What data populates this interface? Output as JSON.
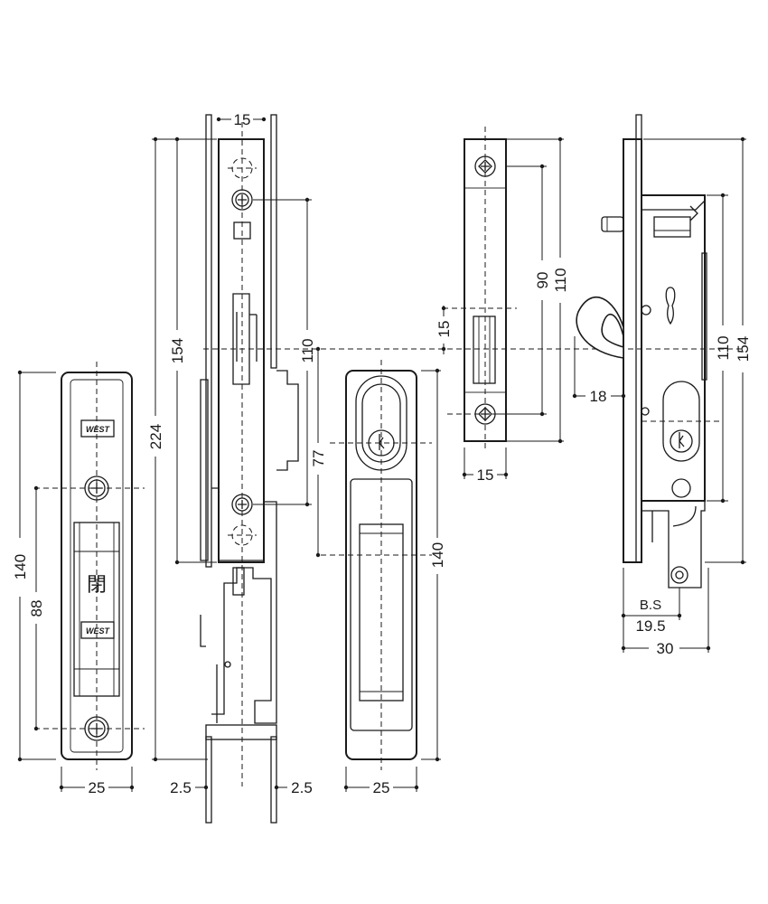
{
  "dimensions": {
    "left_plate_height": "140",
    "left_plate_screw_spacing": "88",
    "left_plate_width": "25",
    "section_top_width": "15",
    "section_screw_spacing": "154",
    "section_total_height": "224",
    "section_inner_spacing": "110",
    "section_offset": "77",
    "section_left_thickness": "2.5",
    "section_right_thickness": "2.5",
    "flush_pull_height": "140",
    "flush_pull_width": "25",
    "strike_offset": "15",
    "strike_inner_spacing": "90",
    "strike_outer_spacing": "110",
    "strike_width": "15",
    "lock_hook_offset": "18",
    "lock_body_spacing": "110",
    "lock_faceplate_height": "154",
    "lock_backset_label": "B.S",
    "lock_backset": "19.5",
    "lock_total_width": "30"
  },
  "labels": {
    "brand_top": "WEST",
    "brand_bottom": "WEST",
    "indicator_char": "閉"
  }
}
